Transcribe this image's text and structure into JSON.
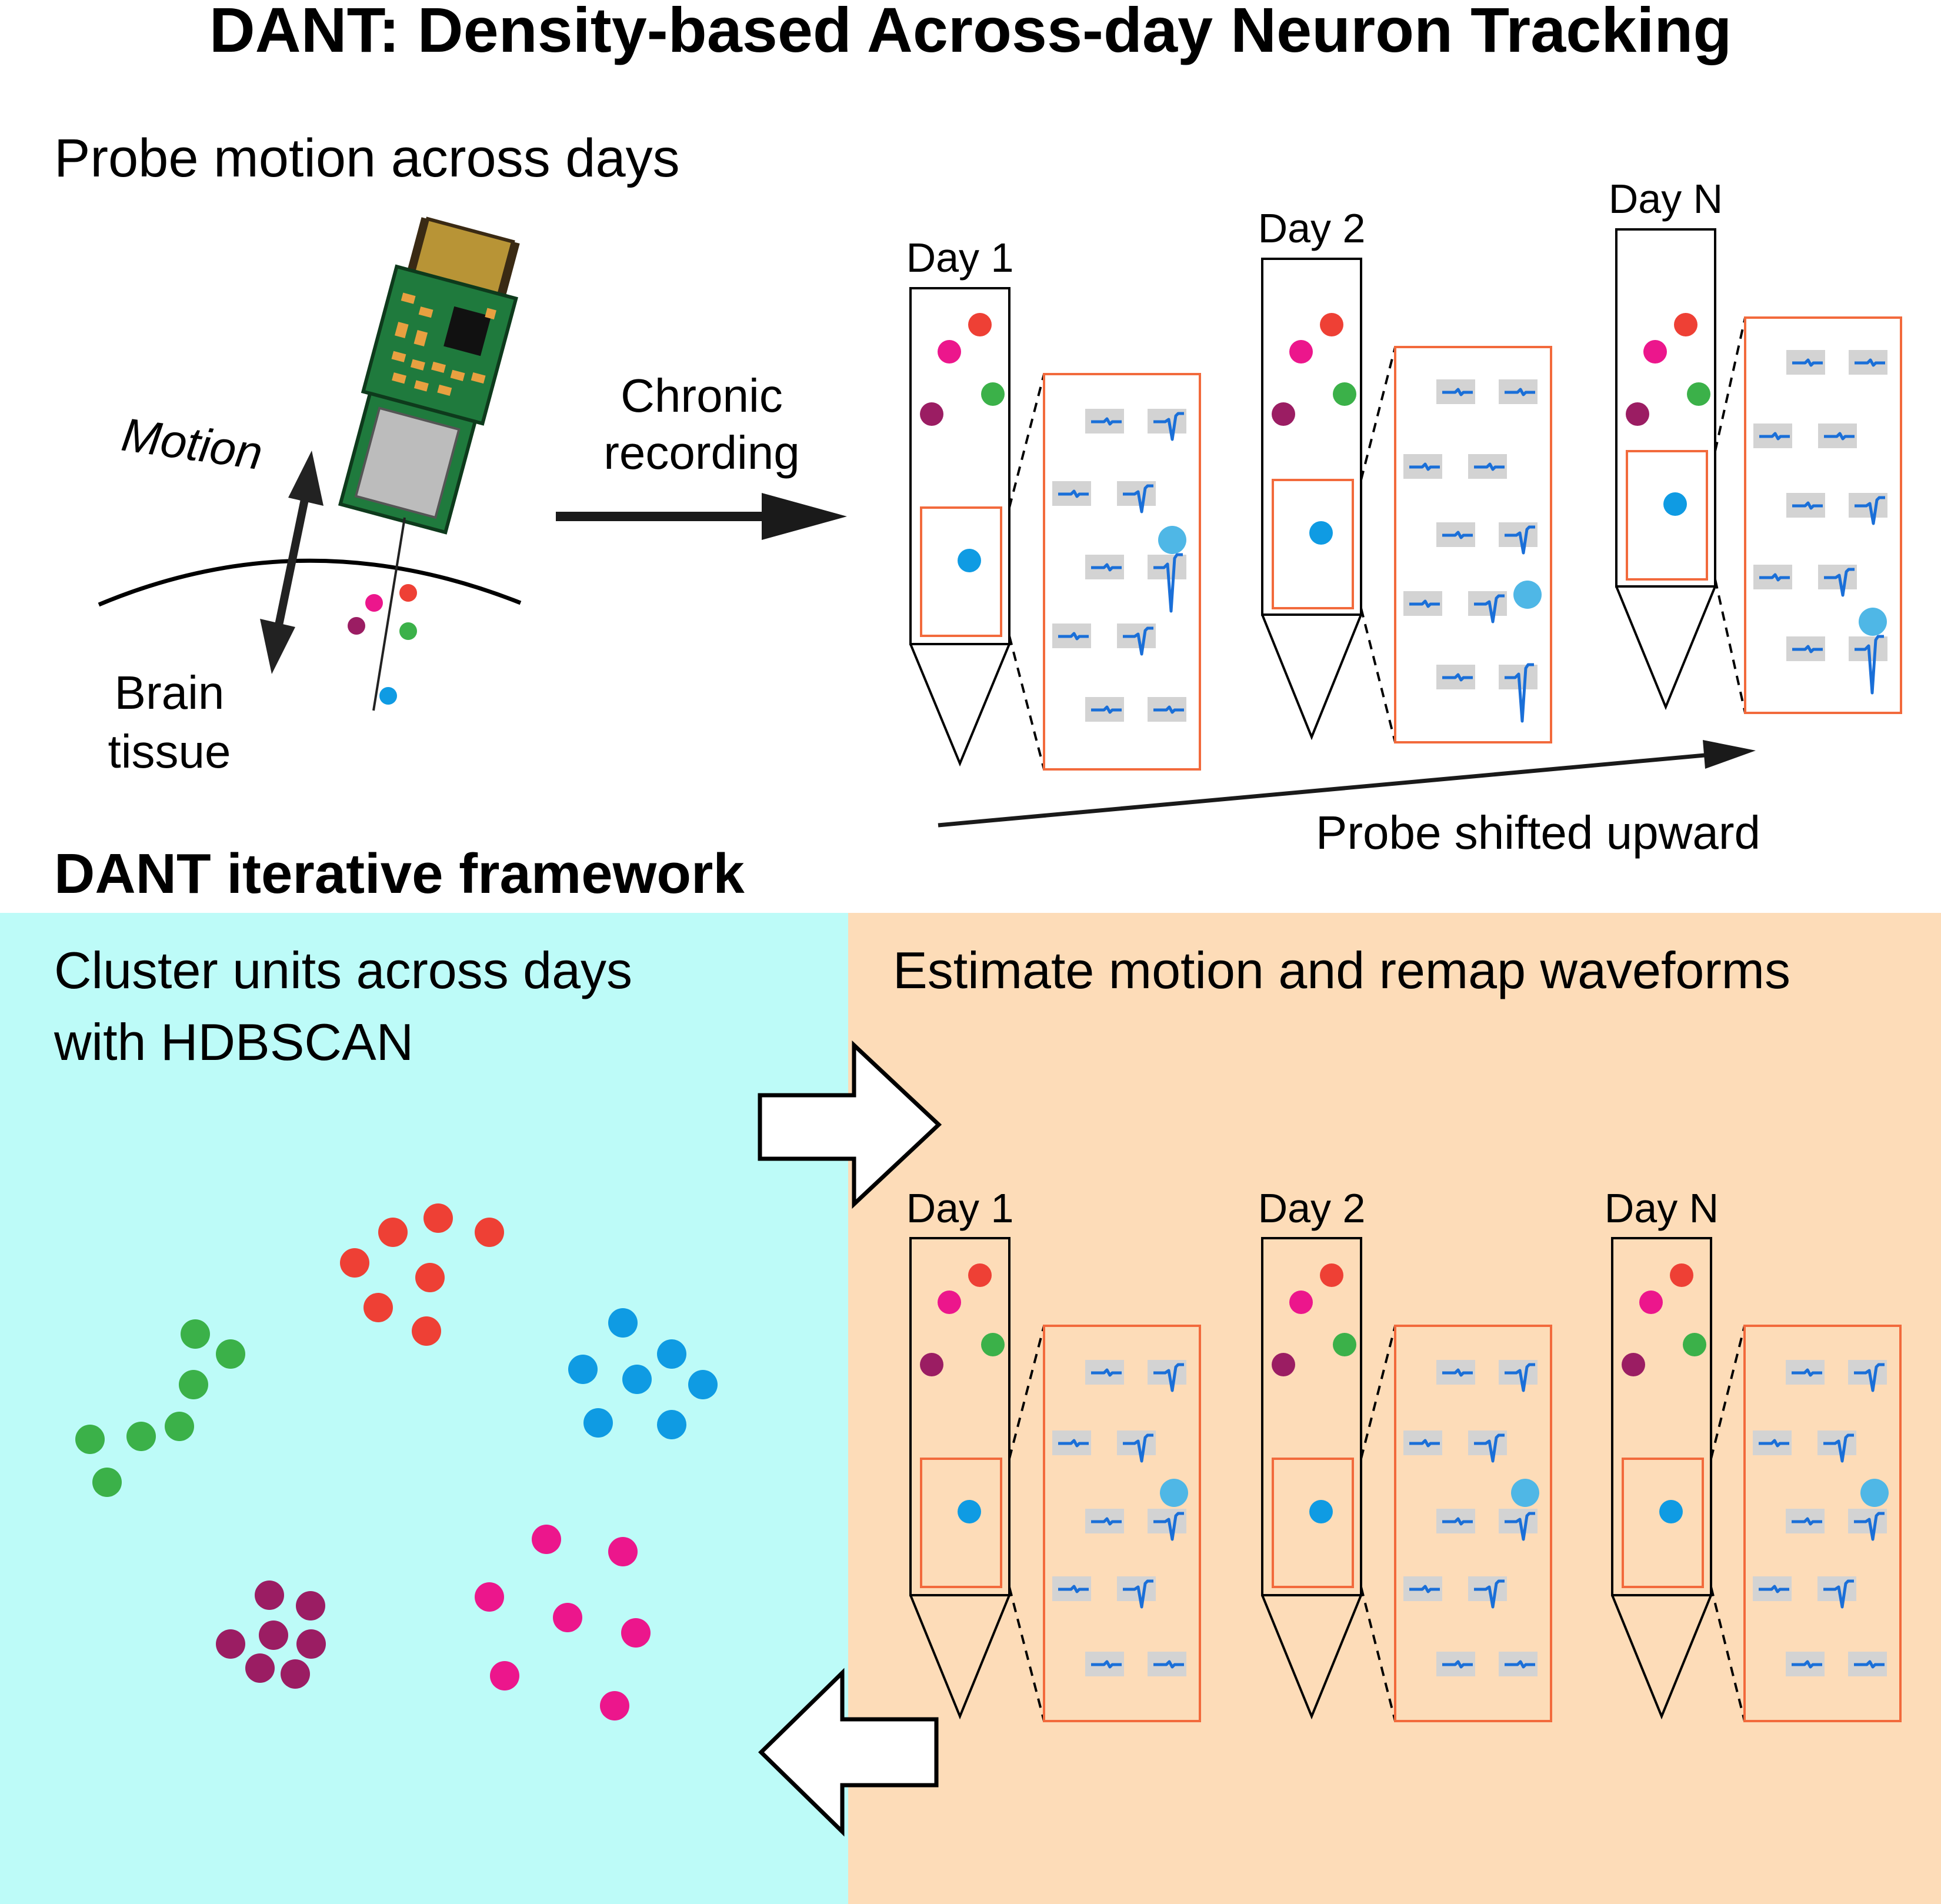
{
  "title": "DANT: Density-based Across-day Neuron Tracking",
  "top": {
    "heading": "Probe motion across days",
    "motion_label": "Motion",
    "tissue_line1": "Brain",
    "tissue_line2": "tissue",
    "chronic_line1": "Chronic",
    "chronic_line2": "recording",
    "shift_label": "Probe shifted upward",
    "days": [
      "Day 1",
      "Day 2",
      "Day N"
    ]
  },
  "framework": {
    "heading": "DANT iterative framework",
    "cluster_line1": "Cluster units across days",
    "cluster_line2": "with HDBSCAN",
    "estimate_label": "Estimate motion and remap waveforms",
    "days": [
      "Day 1",
      "Day 2",
      "Day N"
    ]
  },
  "colors": {
    "red": "#ee4035",
    "pink": "#ec168c",
    "purple": "#9b1d63",
    "green": "#3bb149",
    "blue": "#0f9be3",
    "light_blue": "#4fb7e6",
    "waveform": "#1a6fd8",
    "orange_box": "#f26a3c",
    "cyan_panel": "#bdfbf8",
    "peach_panel": "#fddcb8",
    "gray_cell": "#d3d3d3",
    "pcb_green": "#1e7a3b",
    "gold": "#b08a2e"
  },
  "icons": [
    "headstage-icon",
    "probe-icon",
    "waveform-icon",
    "double-arrow-icon",
    "block-arrow-icon"
  ]
}
